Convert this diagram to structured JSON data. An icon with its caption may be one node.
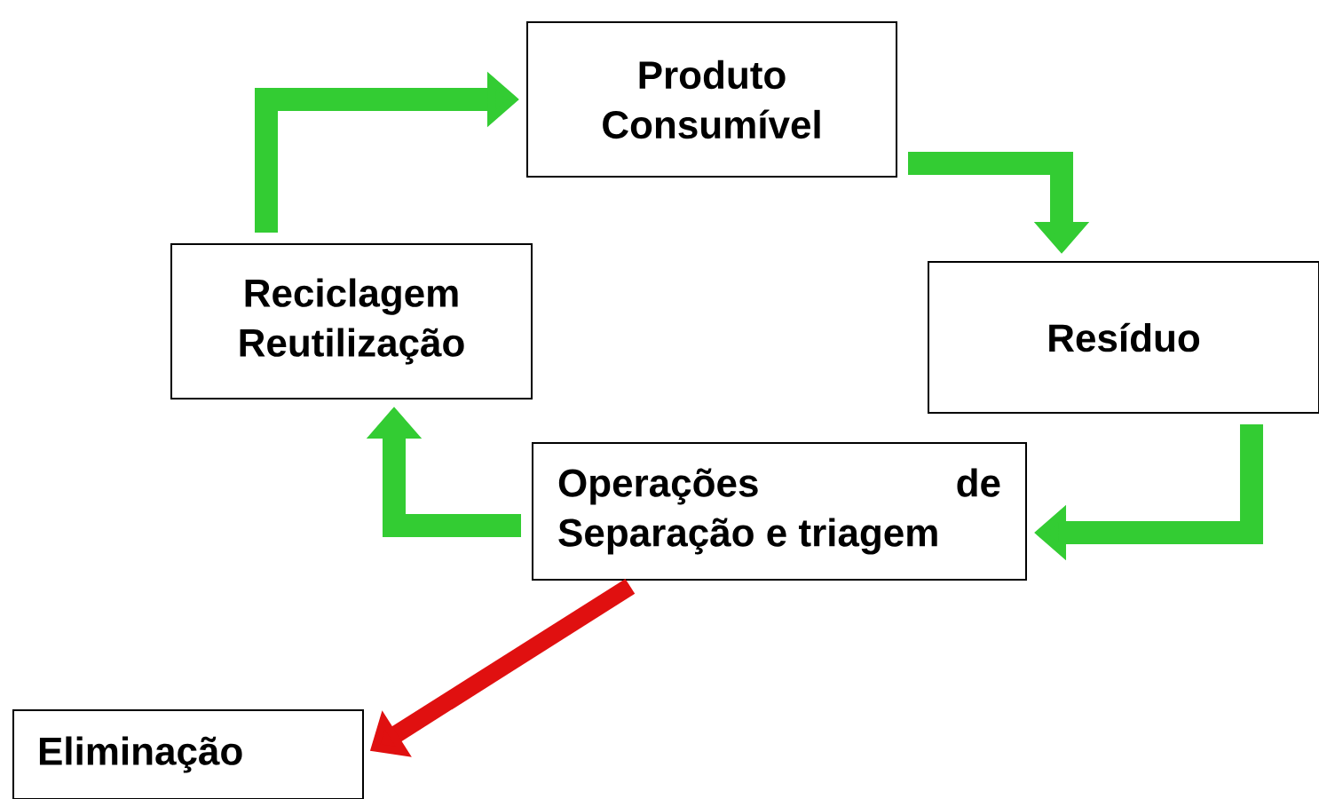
{
  "diagram": {
    "nodes": [
      {
        "text": [
          "Produto Consumível"
        ]
      },
      {
        "text": [
          "Resíduo"
        ]
      },
      {
        "text": [
          "Operações de Separação e triagem"
        ]
      },
      {
        "text": [
          "Reciclagem Reutilização"
        ]
      },
      {
        "text": [
          "Eliminação"
        ]
      }
    ],
    "edges": [
      {
        "from": 3,
        "to": 0,
        "arrow": "to"
      },
      {
        "from": 0,
        "to": 1,
        "arrow": "to"
      },
      {
        "from": 1,
        "to": 2,
        "arrow": "to"
      },
      {
        "from": 2,
        "to": 3,
        "arrow": "to"
      },
      {
        "from": 2,
        "to": 4,
        "arrow": "to",
        "color": "#e01010"
      }
    ]
  }
}
